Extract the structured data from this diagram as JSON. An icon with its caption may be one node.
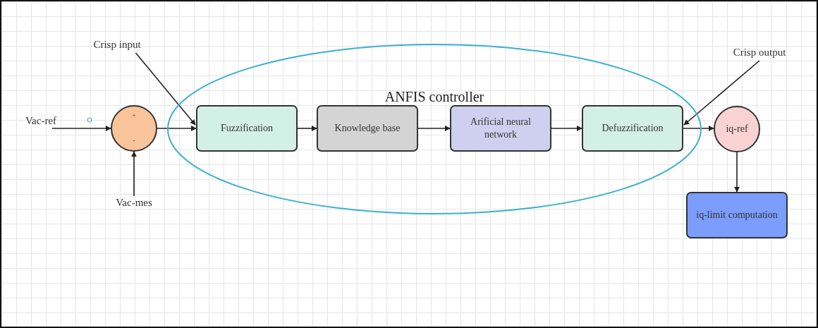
{
  "diagram": {
    "nodes": [
      {
        "text": [
          "ANFIS controller"
        ]
      },
      {
        "text": [
          "Vac-ref"
        ]
      },
      {
        "text": [
          "+",
          "-"
        ]
      },
      {
        "text": [
          "Vac-mes"
        ]
      },
      {
        "text": [
          "Crisp input"
        ]
      },
      {
        "text": [
          "Fuzzification"
        ],
        "in": 0
      },
      {
        "text": [
          "Knowledge base"
        ],
        "in": 0
      },
      {
        "text": [
          "Arificial neural network"
        ],
        "in": 0
      },
      {
        "text": [
          "Defuzzification"
        ],
        "in": 0
      },
      {
        "text": [
          "Crisp output"
        ]
      },
      {
        "text": [
          "iq-ref"
        ]
      },
      {
        "text": [
          "iq-limit computation"
        ]
      }
    ],
    "edges": [
      {
        "from": 1,
        "to": 2,
        "arrow": "to"
      },
      {
        "from": 3,
        "to": 2,
        "arrow": "to"
      },
      {
        "from": 2,
        "to": 5,
        "arrow": "to"
      },
      {
        "from": 4,
        "to": 5,
        "arrow": "to"
      },
      {
        "from": 5,
        "to": 6,
        "arrow": "to"
      },
      {
        "from": 6,
        "to": 7,
        "arrow": "to"
      },
      {
        "from": 7,
        "to": 8,
        "arrow": "to"
      },
      {
        "from": 8,
        "to": 10,
        "arrow": "to"
      },
      {
        "from": 9,
        "to": 8,
        "arrow": "to"
      },
      {
        "from": 10,
        "to": 11,
        "arrow": "to"
      }
    ]
  }
}
